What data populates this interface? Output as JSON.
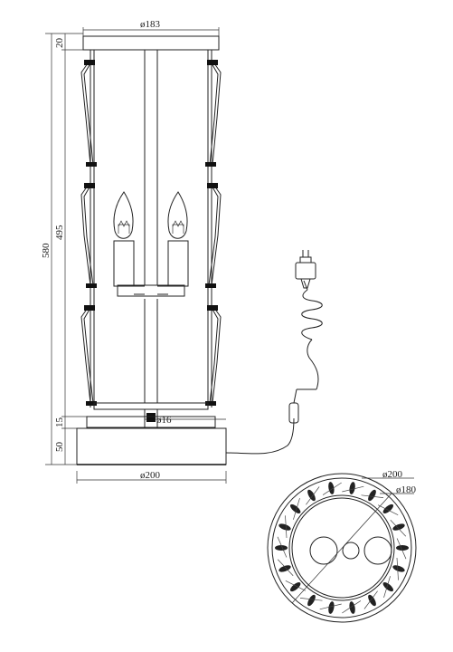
{
  "dimensions": {
    "top_diameter": "ø183",
    "top_height": "20",
    "total_height": "580",
    "frame_height": "495",
    "rod_height": "15",
    "rod_diameter": "ø16",
    "base_height": "50",
    "base_diameter": "ø200",
    "top_view_outer": "ø200",
    "top_view_inner": "ø180"
  }
}
